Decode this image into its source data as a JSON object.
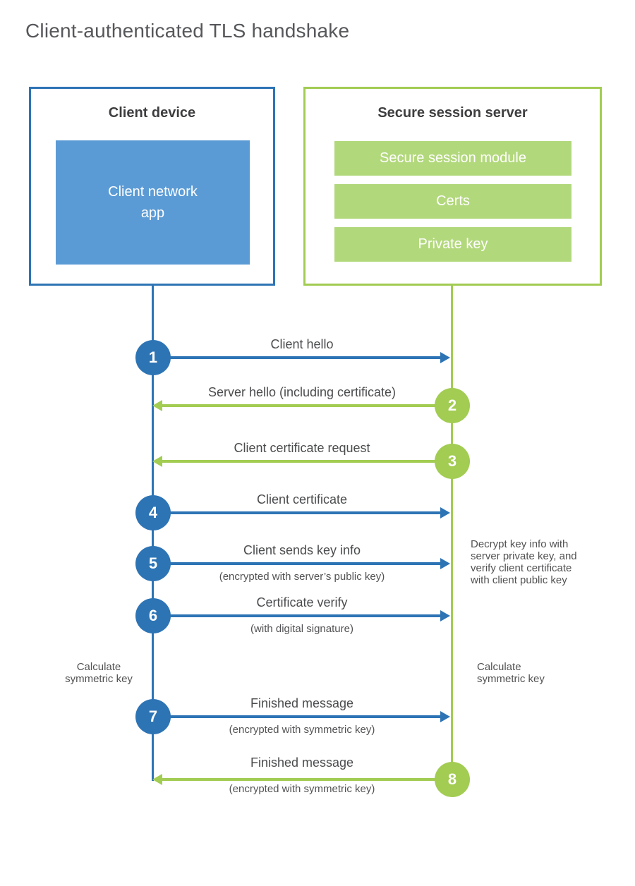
{
  "title": "Client-authenticated TLS handshake",
  "colors": {
    "blue_accent": "#2d74b5",
    "blue_fill": "#5b9bd5",
    "green_accent": "#a2cc52",
    "green_fill": "#b2d87c"
  },
  "client": {
    "header": "Client device",
    "app_label": "Client network\napp"
  },
  "server": {
    "header": "Secure session server",
    "modules": [
      "Secure session module",
      "Certs",
      "Private key"
    ]
  },
  "messages": [
    {
      "num": "1",
      "label": "Client hello",
      "sub": "",
      "direction": "client-to-server"
    },
    {
      "num": "2",
      "label": "Server hello (including certificate)",
      "sub": "",
      "direction": "server-to-client"
    },
    {
      "num": "3",
      "label": "Client certificate request",
      "sub": "",
      "direction": "server-to-client"
    },
    {
      "num": "4",
      "label": "Client certificate",
      "sub": "",
      "direction": "client-to-server"
    },
    {
      "num": "5",
      "label": "Client sends key info",
      "sub": "(encrypted with server’s public key)",
      "direction": "client-to-server"
    },
    {
      "num": "6",
      "label": "Certificate verify",
      "sub": "(with digital signature)",
      "direction": "client-to-server"
    },
    {
      "num": "7",
      "label": "Finished message",
      "sub": "(encrypted with symmetric key)",
      "direction": "client-to-server"
    },
    {
      "num": "8",
      "label": "Finished message",
      "sub": "(encrypted with symmetric key)",
      "direction": "server-to-client"
    }
  ],
  "notes": {
    "decrypt": "Decrypt key info with\nserver private key, and\nverify client certificate\nwith client public key",
    "calc_left": "Calculate\nsymmetric key",
    "calc_right": "Calculate\nsymmetric key"
  }
}
